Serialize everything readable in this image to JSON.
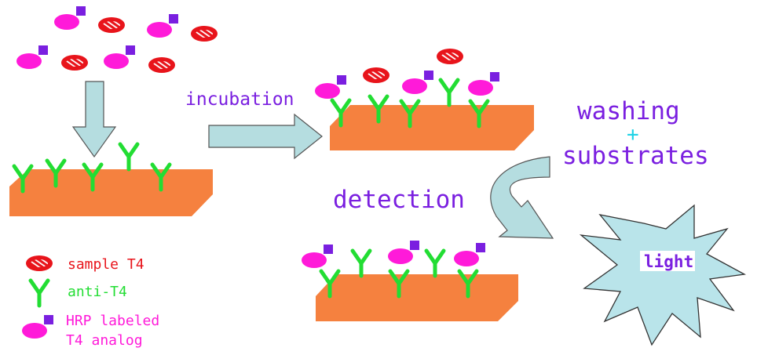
{
  "labels": {
    "incubation": "incubation",
    "washing": "washing",
    "plus": "+",
    "substrates": "substrates",
    "detection": "detection",
    "light": "light"
  },
  "legend": {
    "sample": "sample T4",
    "anti": "anti-T4",
    "hrp_line1": "HRP labeled",
    "hrp_line2": "T4 analog"
  },
  "colors": {
    "sample_red": "#e8141b",
    "antibody_green": "#22dd33",
    "hrp_magenta": "#ff1ad9",
    "label_square": "#7a1fe0",
    "surface_orange": "#f5813f",
    "arrow_fill": "#b5dde0",
    "star_fill": "#b9e4ea",
    "text_purple": "#7a1fe0",
    "plus_cyan": "#1fd3e6",
    "legend_magenta": "#ff1ad9"
  },
  "icons": {
    "sample": "striped-red-ellipse-icon",
    "antibody": "y-shape-antibody-icon",
    "hrp": "magenta-ellipse-with-square-icon"
  }
}
